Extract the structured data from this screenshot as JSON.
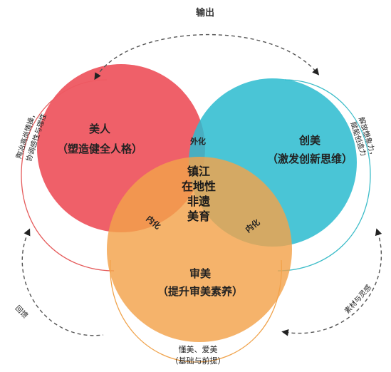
{
  "top_label": "输出",
  "circles": {
    "left": {
      "title": "美人",
      "subtitle": "（塑造健全人格）",
      "color": "#ee5a63"
    },
    "right": {
      "title": "创美",
      "subtitle": "（激发创新思维）",
      "color": "#2cbccf"
    },
    "bottom": {
      "title": "审美",
      "subtitle": "（提升审美素养）",
      "color": "#f3a24a"
    }
  },
  "core": {
    "line1": "镇江",
    "line2": "在地性",
    "line3": "非遗",
    "line4": "美育"
  },
  "overlaps": {
    "top": "外化",
    "left": "内化",
    "right": "内化"
  },
  "outer_labels": {
    "left_line1": "陶冶高尚情操，",
    "left_line2": "协调感性与理性",
    "right_line1": "解放想象力，",
    "right_line2": "赋能创造力",
    "bottom_left": "回馈",
    "bottom_right": "素材与灵感",
    "bottom_line1": "懂美、爱美",
    "bottom_line2": "（基础与前提）"
  },
  "colors": {
    "left_ring": "#e55b5b",
    "right_ring": "#3bbcc8",
    "bottom_ring": "#f0a24a",
    "dashed": "#555555"
  }
}
